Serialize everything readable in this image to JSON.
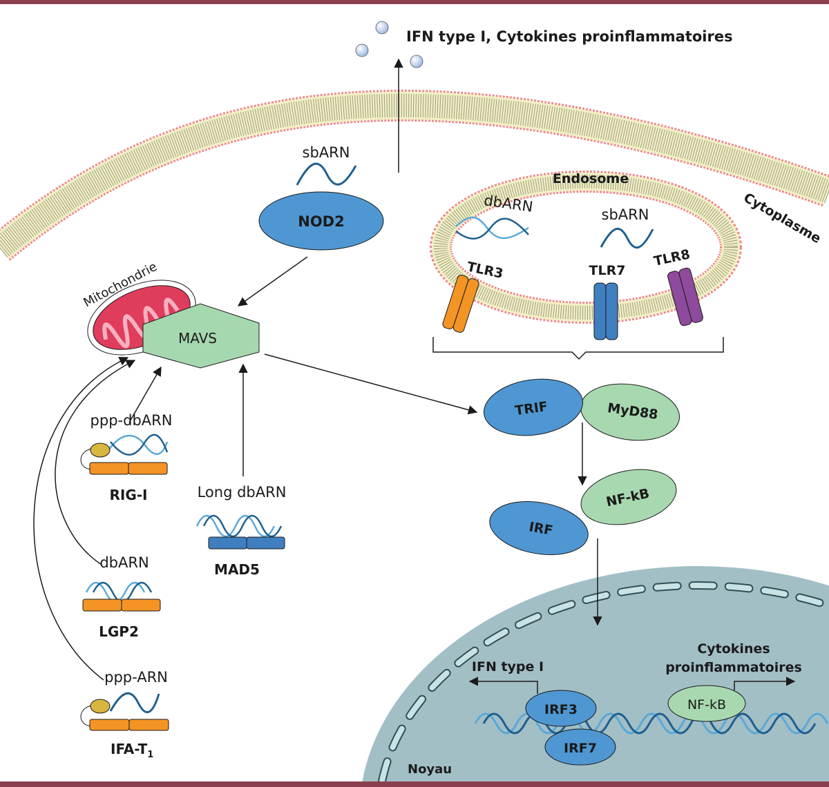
{
  "colors": {
    "frame": "#8b3f4d",
    "membrane_fill": "#f2f0c4",
    "membrane_head": "#ee8a8a",
    "protein_blue": "#4f97d2",
    "protein_green": "#a8d8b0",
    "nucleus": "#a2bfc6",
    "tlr3": "#f39425",
    "tlr7": "#3f7fc0",
    "tlr8": "#8e4a9c",
    "helicase_orange": "#f39425",
    "helicase_blue": "#3f7fc0",
    "mitochondria": "#e03c5c"
  },
  "secretion": {
    "label": "IFN type I, Cytokines proinflammatoires"
  },
  "compartments": {
    "endosome": "Endosome",
    "cytoplasm": "Cytoplasme",
    "nucleus": "Noyau",
    "mitochondria": "Mitochondrie"
  },
  "nod2": {
    "ligand": "sbARN",
    "label": "NOD2"
  },
  "endosome": {
    "ligand_ds": "dbARN",
    "ligand_ss": "sbARN",
    "receptors": [
      {
        "label": "TLR3"
      },
      {
        "label": "TLR7"
      },
      {
        "label": "TLR8"
      }
    ]
  },
  "adaptors": {
    "mavs": "MAVS",
    "trif": "TRIF",
    "myd88": "MyD88",
    "nfkb": "NF-kB",
    "irf": "IRF"
  },
  "helicases": [
    {
      "ligand": "ppp-dbARN",
      "label": "RIG-I"
    },
    {
      "ligand": "Long dbARN",
      "label": "MAD5"
    },
    {
      "ligand": "dbARN",
      "label": "LGP2"
    },
    {
      "ligand": "ppp-ARN",
      "label": "IFA-T",
      "subscript": "1"
    }
  ],
  "nucleus": {
    "irf3": "IRF3",
    "irf7": "IRF7",
    "nfkb": "NF-kB",
    "ifn_output": "IFN type I",
    "cytokine_output_line1": "Cytokines",
    "cytokine_output_line2": "proinflammatoires"
  }
}
